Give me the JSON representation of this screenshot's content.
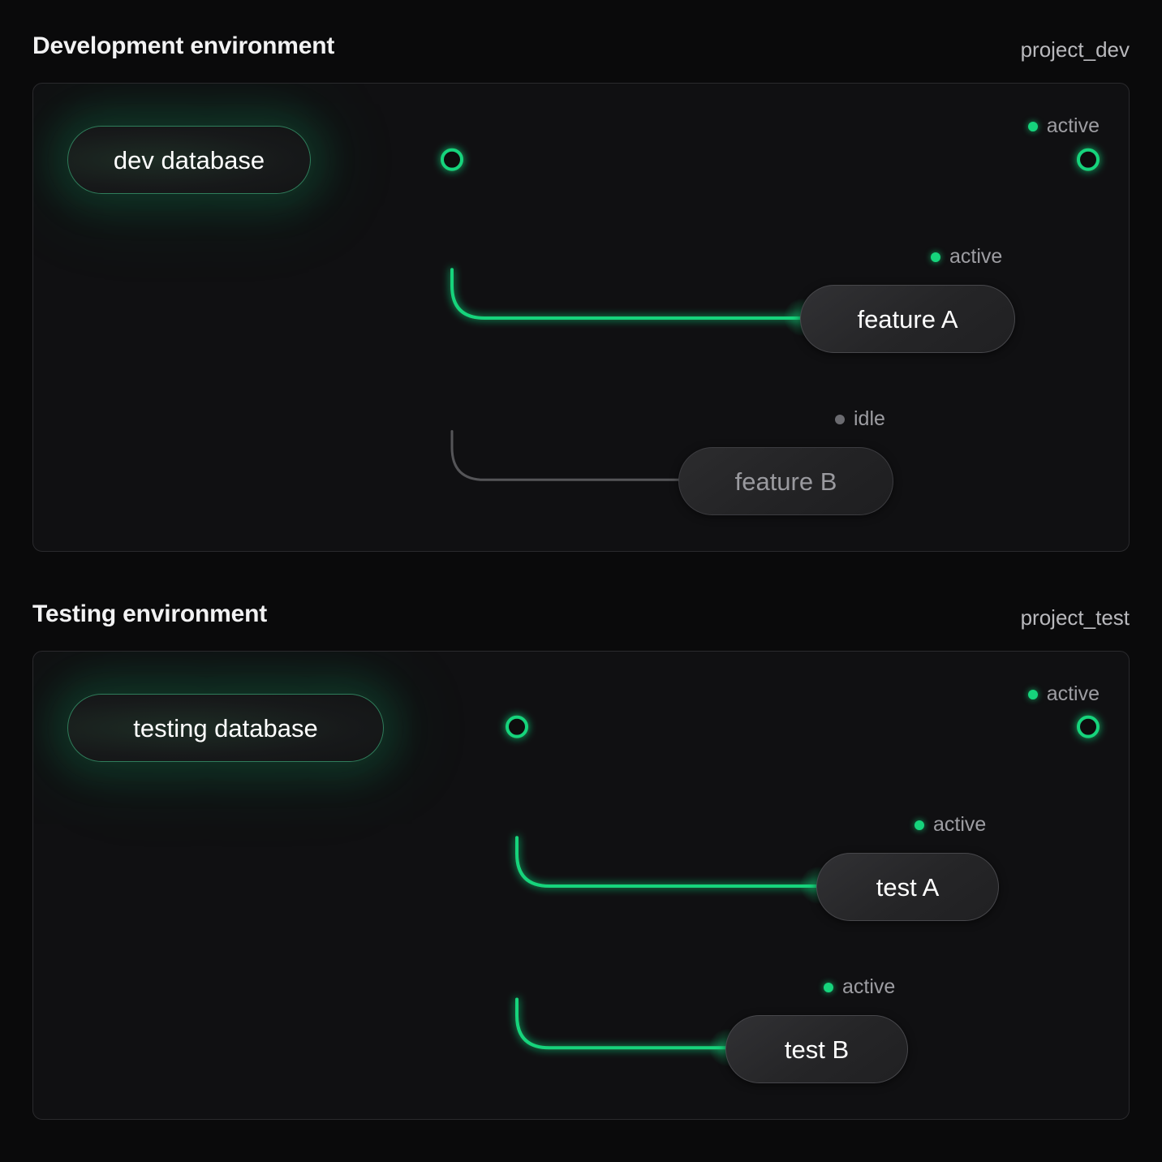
{
  "page": {
    "background": "#0a0a0b",
    "accent": "#16d47c",
    "idle_color": "#6b6b70"
  },
  "sections": [
    {
      "id": "development",
      "title": "Development environment",
      "project": "project_dev",
      "source": {
        "label": "dev database",
        "state": "active"
      },
      "trunk_endpoint": {
        "state": "active",
        "status_label": "active"
      },
      "branches": [
        {
          "label": "feature A",
          "state": "active",
          "status_label": "active"
        },
        {
          "label": "feature B",
          "state": "idle",
          "status_label": "idle"
        }
      ]
    },
    {
      "id": "testing",
      "title": "Testing environment",
      "project": "project_test",
      "source": {
        "label": "testing database",
        "state": "active"
      },
      "trunk_endpoint": {
        "state": "active",
        "status_label": "active"
      },
      "branches": [
        {
          "label": "test A",
          "state": "active",
          "status_label": "active"
        },
        {
          "label": "test B",
          "state": "active",
          "status_label": "active"
        }
      ]
    }
  ]
}
